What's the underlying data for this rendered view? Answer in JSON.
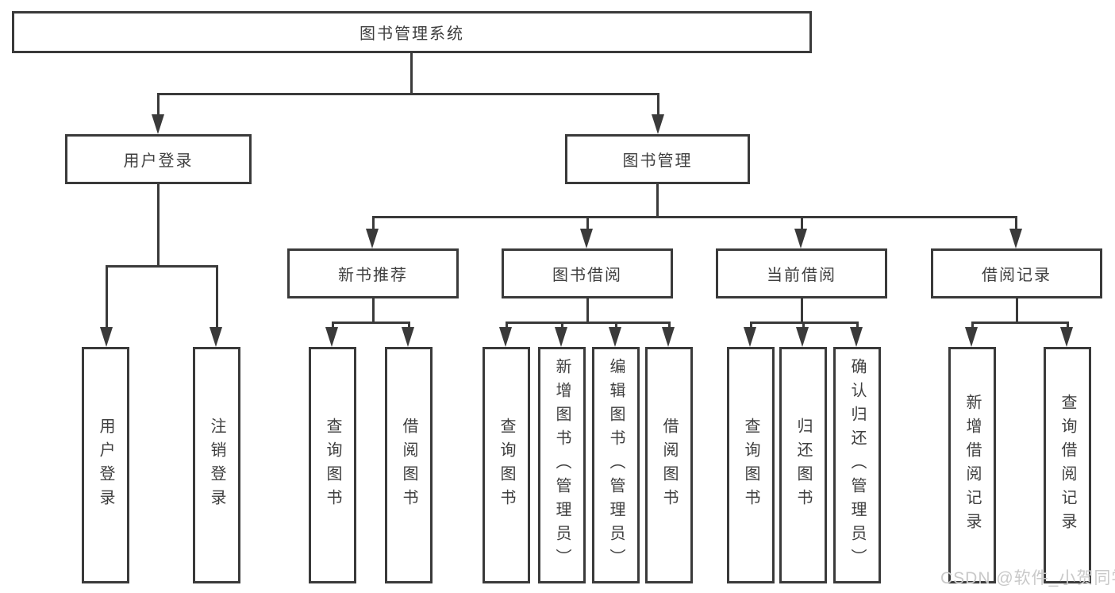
{
  "watermark": "CSDN @软件_小贺同学",
  "colors": {
    "line": "#3a3a3a",
    "text": "#3f3f3f",
    "background": "#ffffff",
    "watermark": "#c9c9c9"
  },
  "tree": {
    "root": "图书管理系统",
    "level2": [
      {
        "label": "用户登录",
        "children": [
          "用户登录",
          "注销登录"
        ]
      },
      {
        "label": "图书管理",
        "children": [
          {
            "label": "新书推荐",
            "children": [
              "查询图书",
              "借阅图书"
            ]
          },
          {
            "label": "图书借阅",
            "children": [
              "查询图书",
              "新增图书（管理员）",
              "编辑图书（管理员）",
              "借阅图书"
            ]
          },
          {
            "label": "当前借阅",
            "children": [
              "查询图书",
              "归还图书",
              "确认归还（管理员）"
            ]
          },
          {
            "label": "借阅记录",
            "children": [
              "新增借阅记录",
              "查询借阅记录"
            ]
          }
        ]
      }
    ]
  }
}
